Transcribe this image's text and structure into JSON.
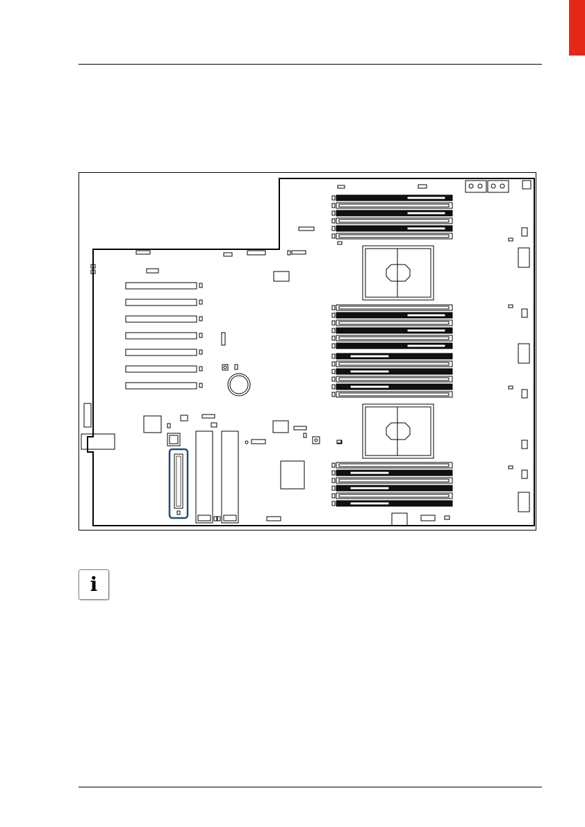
{
  "page": {
    "accent_color": "#e42818",
    "highlight_color": "#1f4e79"
  },
  "figure": {
    "kind": "mainboard-layout-diagram",
    "highlighted_component": "vertical-slot-connector"
  },
  "info_note": {
    "icon": "info-icon",
    "glyph": "i"
  }
}
